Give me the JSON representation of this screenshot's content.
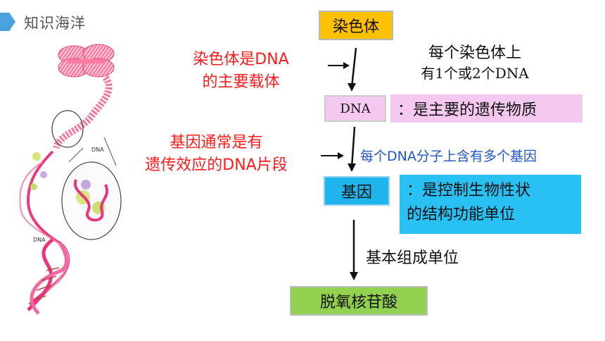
{
  "header": {
    "title": "知识海洋"
  },
  "boxes": {
    "chromosome": "染色体",
    "dna": "DNA",
    "gene": "基因",
    "nucleotide": "脱氧核苷酸"
  },
  "descriptions": {
    "dna": "：是主要的遗传物质",
    "gene_line1": "：是控制生物性状",
    "gene_line2": "的结构功能单位"
  },
  "left_labels": {
    "chromosome_line1": "染色体是DNA",
    "chromosome_line2": "的主要载体",
    "gene_line1": "基因通常是有",
    "gene_line2": "遗传效应的DNA片段"
  },
  "arrow_notes": {
    "chromosome_line1": "每个染色体上",
    "chromosome_line2": "有1个或2个DNA",
    "dna_gene": "每个DNA分子上含有多个基因",
    "gene_nucleotide": "基本组成单位"
  },
  "illustration": {
    "dna_label_1": "DNA",
    "dna_label_2": "DNA"
  },
  "colors": {
    "chromosome_box": "#ffc000",
    "dna_box": "#f5c8ef",
    "gene_box": "#1fb4ec",
    "nucleotide_box": "#92d050",
    "red_text": "#ff1a1a",
    "blue_text": "#1f55c8"
  }
}
